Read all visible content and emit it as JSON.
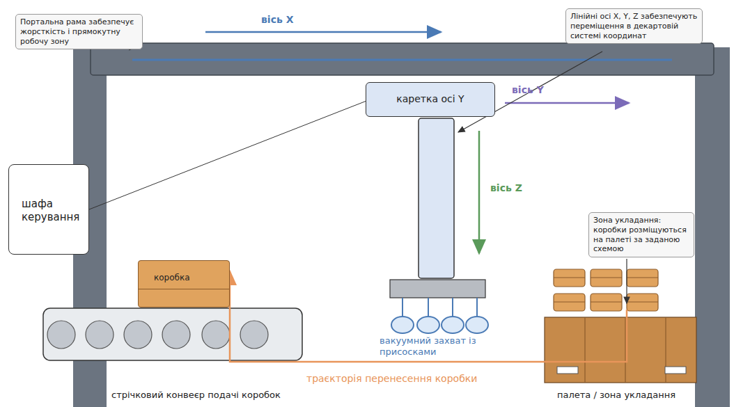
{
  "diagram": {
    "nodes": [
      {
        "text": [
          "Портальна рама забезпечує жорсткість і прямокутну робочу зону"
        ]
      },
      {
        "text": [
          "Лінійні осі X, Y, Z забезпечують переміщення в декартовій системі координат"
        ]
      },
      {
        "text": [
          "каретка осі Y"
        ]
      },
      {
        "text": [
          "шафа керування"
        ]
      },
      {
        "text": [
          "Зона укладання: коробки розміщуються на палеті за заданою схемою"
        ]
      },
      {
        "text": [
          "коробка"
        ]
      }
    ],
    "edges": [
      {
        "from": 3,
        "to": 2,
        "arrow": "none"
      }
    ],
    "labels": [
      "вісь X",
      "вісь Y",
      "вісь Z",
      "вакуумний захват із присосками",
      "траєкторія перенесення коробки",
      "стрічковий конвеєр подачі коробок",
      "палета / зона укладання"
    ]
  }
}
